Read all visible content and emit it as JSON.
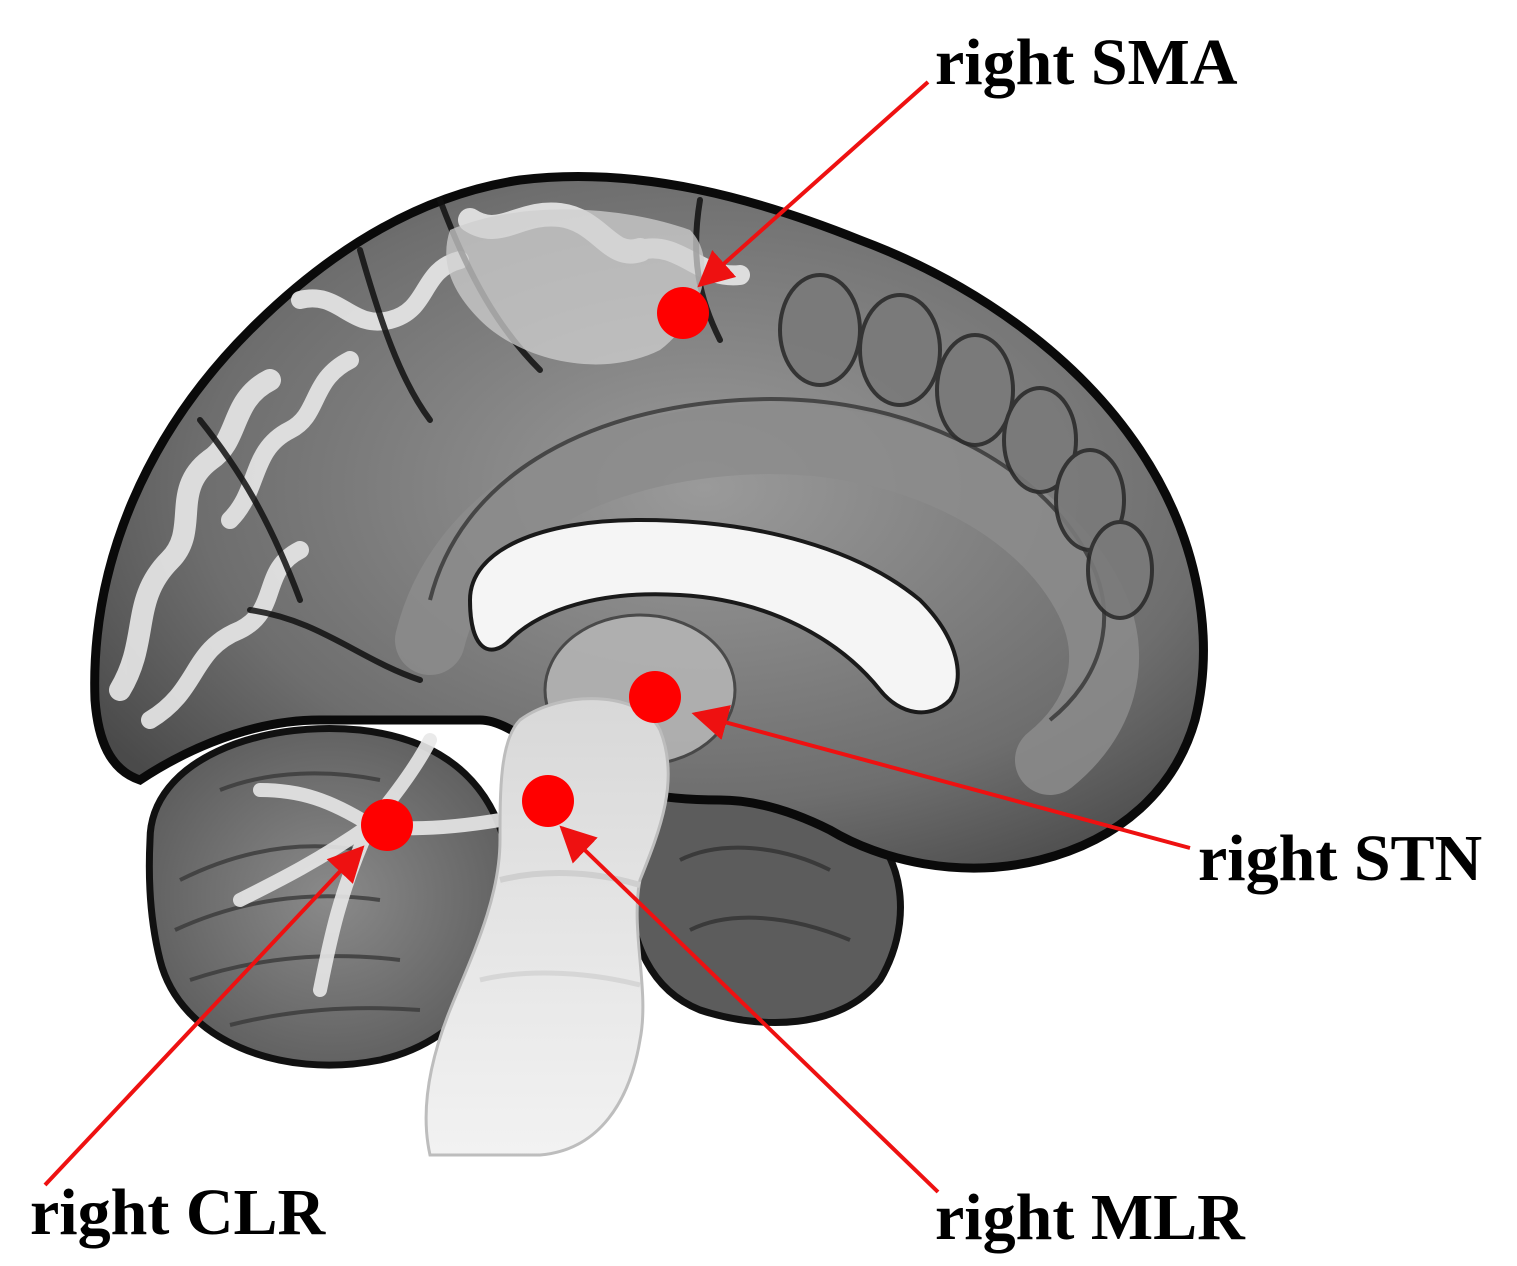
{
  "labels": {
    "sma": "right SMA",
    "stn": "right STN",
    "clr": "right CLR",
    "mlr": "right MLR"
  },
  "colors": {
    "marker": "#ff0000",
    "arrow": "#ee1111",
    "label": "#000000",
    "background": "#ffffff"
  },
  "image": {
    "subject": "brain-sagittal-section",
    "view": "medial-sagittal"
  }
}
